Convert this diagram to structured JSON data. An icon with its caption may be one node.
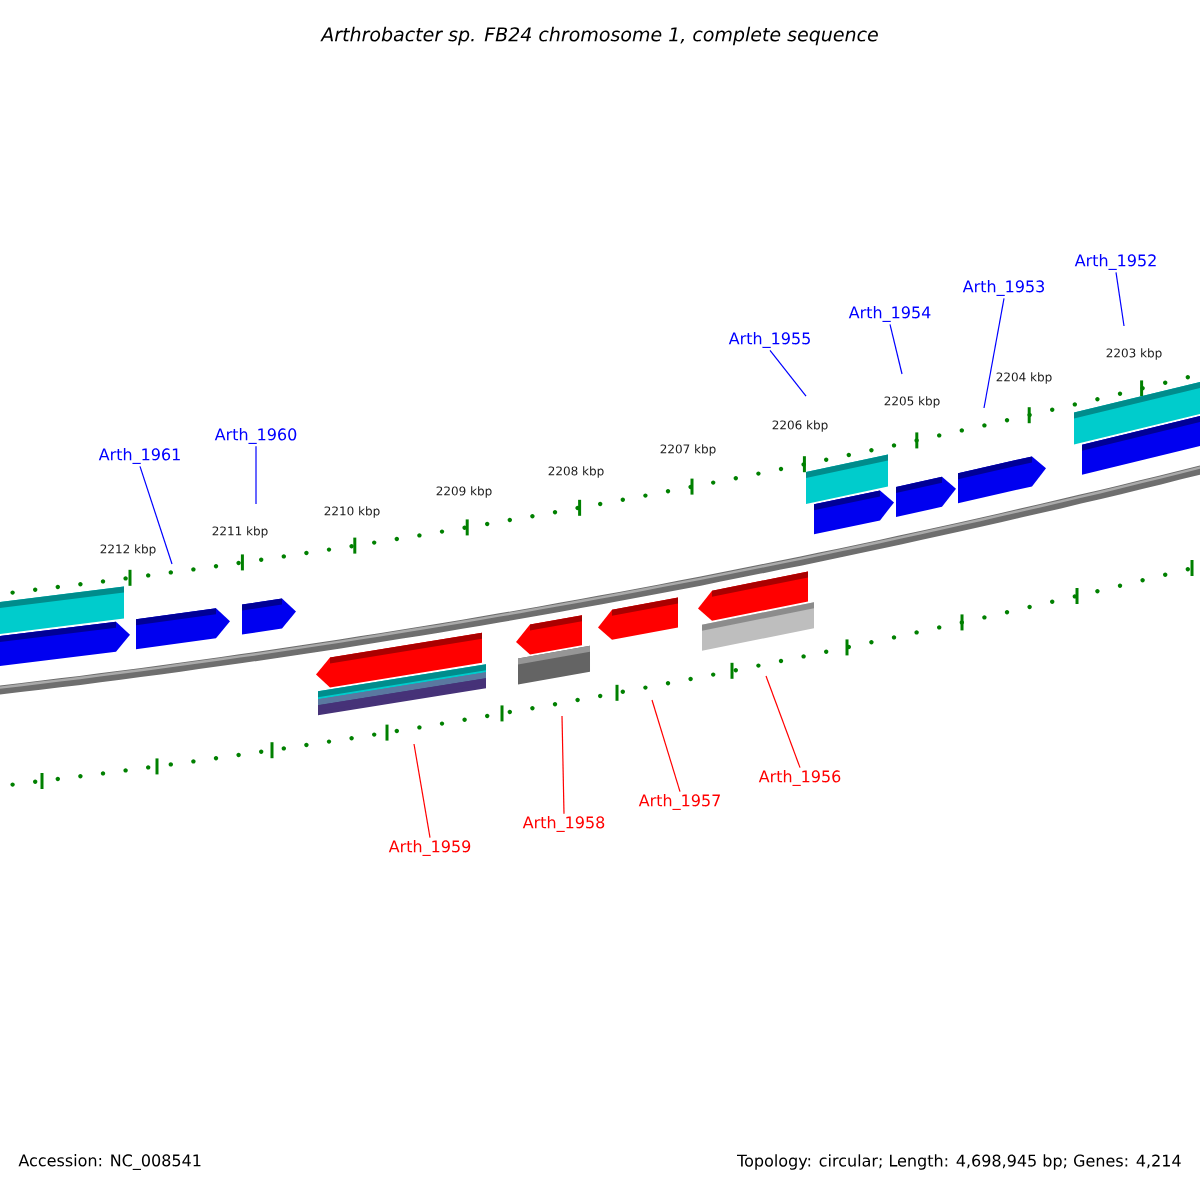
{
  "diagram": {
    "title": "Arthrobacter sp. FB24 chromosome 1, complete sequence",
    "nodes": [
      {
        "text": [
          "Arth_1961"
        ]
      },
      {
        "text": [
          "Arth_1960"
        ]
      },
      {
        "text": [
          "Arth_1955"
        ]
      },
      {
        "text": [
          "Arth_1954"
        ]
      },
      {
        "text": [
          "Arth_1953"
        ]
      },
      {
        "text": [
          "Arth_1952"
        ]
      },
      {
        "text": [
          "Arth_1959"
        ]
      },
      {
        "text": [
          "Arth_1958"
        ]
      },
      {
        "text": [
          "Arth_1957"
        ]
      },
      {
        "text": [
          "Arth_1956"
        ]
      }
    ],
    "edges": [
      {
        "from": 0,
        "to": null,
        "arrow": "none",
        "color": "#0000ff"
      },
      {
        "from": 1,
        "to": null,
        "arrow": "none",
        "color": "#0000ff"
      },
      {
        "from": 2,
        "to": null,
        "arrow": "none",
        "color": "#0000ff"
      },
      {
        "from": 3,
        "to": null,
        "arrow": "none",
        "color": "#0000ff"
      },
      {
        "from": 4,
        "to": null,
        "arrow": "none",
        "color": "#0000ff"
      },
      {
        "from": 5,
        "to": null,
        "arrow": "none",
        "color": "#0000ff"
      },
      {
        "from": 6,
        "to": null,
        "arrow": "none",
        "color": "#ff0000"
      },
      {
        "from": 7,
        "to": null,
        "arrow": "none",
        "color": "#ff0000"
      },
      {
        "from": 8,
        "to": null,
        "arrow": "none",
        "color": "#ff0000"
      },
      {
        "from": 9,
        "to": null,
        "arrow": "none",
        "color": "#ff0000"
      }
    ],
    "labels": [
      "2212 kbp",
      "2211 kbp",
      "2210 kbp",
      "2209 kbp",
      "2208 kbp",
      "2207 kbp",
      "2206 kbp",
      "2205 kbp",
      "2204 kbp",
      "2203 kbp",
      "Accession: NC_008541",
      "Topology: circular; Length: 4,698,945 bp; Genes: 4,214"
    ]
  }
}
